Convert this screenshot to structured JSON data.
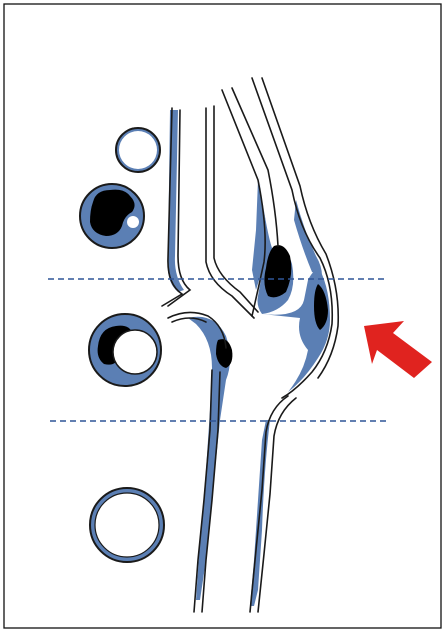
{
  "figure": {
    "colors": {
      "frame": "#111111",
      "plaque": "#5b7fb4",
      "lipid_core": "#000000",
      "outline": "#1a1a1a",
      "lumen": "#ffffff",
      "guide_line": "#2f5597",
      "arrow": "#e0231f"
    },
    "elements": [
      "vessel-walls",
      "plaque-deposits",
      "lipid-cores",
      "cross-section-normal-top",
      "cross-section-upper-plaque",
      "cross-section-middle-plaque",
      "cross-section-normal-bottom",
      "upper-section-line",
      "lower-section-line",
      "pointer-arrow"
    ],
    "icons": [
      "cross-section-ring-icon",
      "red-arrow-icon"
    ]
  }
}
